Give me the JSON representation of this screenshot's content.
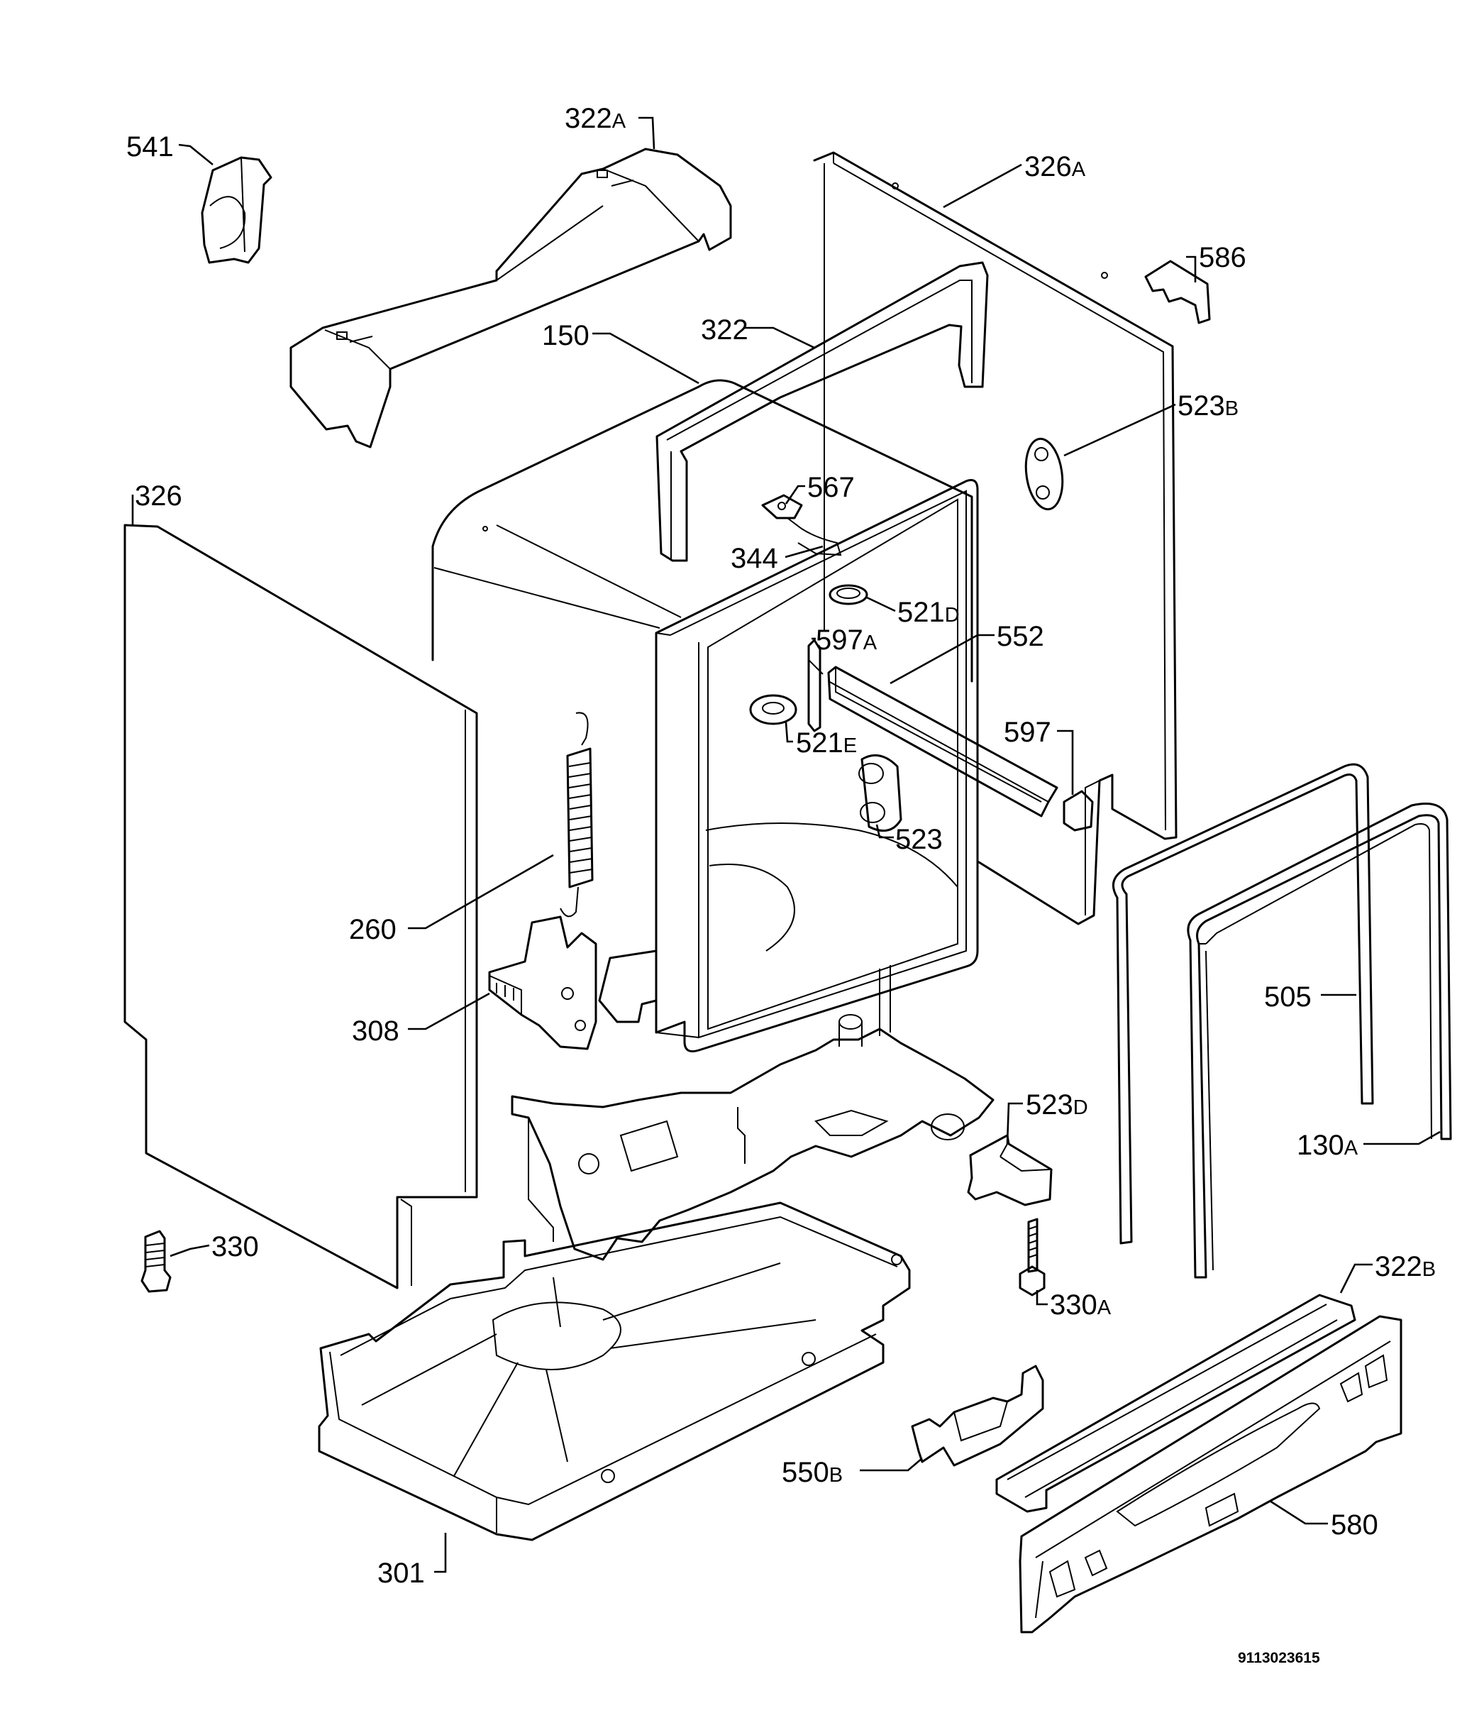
{
  "callouts": [
    {
      "id": "541",
      "number": "541",
      "suffix": ""
    },
    {
      "id": "322a",
      "number": "322",
      "suffix": "A"
    },
    {
      "id": "326a",
      "number": "326",
      "suffix": "A"
    },
    {
      "id": "586",
      "number": "586",
      "suffix": ""
    },
    {
      "id": "150",
      "number": "150",
      "suffix": ""
    },
    {
      "id": "322",
      "number": "322",
      "suffix": ""
    },
    {
      "id": "523b",
      "number": "523",
      "suffix": "B"
    },
    {
      "id": "326",
      "number": "326",
      "suffix": ""
    },
    {
      "id": "567",
      "number": "567",
      "suffix": ""
    },
    {
      "id": "344",
      "number": "344",
      "suffix": ""
    },
    {
      "id": "521d",
      "number": "521",
      "suffix": "D"
    },
    {
      "id": "597a",
      "number": "597",
      "suffix": "A"
    },
    {
      "id": "552",
      "number": "552",
      "suffix": ""
    },
    {
      "id": "521e",
      "number": "521",
      "suffix": "E"
    },
    {
      "id": "597",
      "number": "597",
      "suffix": ""
    },
    {
      "id": "523",
      "number": "523",
      "suffix": ""
    },
    {
      "id": "260",
      "number": "260",
      "suffix": ""
    },
    {
      "id": "308",
      "number": "308",
      "suffix": ""
    },
    {
      "id": "505",
      "number": "505",
      "suffix": ""
    },
    {
      "id": "523d",
      "number": "523",
      "suffix": "D"
    },
    {
      "id": "130a",
      "number": "130",
      "suffix": "A"
    },
    {
      "id": "330",
      "number": "330",
      "suffix": ""
    },
    {
      "id": "330a",
      "number": "330",
      "suffix": "A"
    },
    {
      "id": "322b",
      "number": "322",
      "suffix": "B"
    },
    {
      "id": "550b",
      "number": "550",
      "suffix": "B"
    },
    {
      "id": "580",
      "number": "580",
      "suffix": ""
    },
    {
      "id": "301",
      "number": "301",
      "suffix": ""
    }
  ],
  "document_id": "9113023615"
}
